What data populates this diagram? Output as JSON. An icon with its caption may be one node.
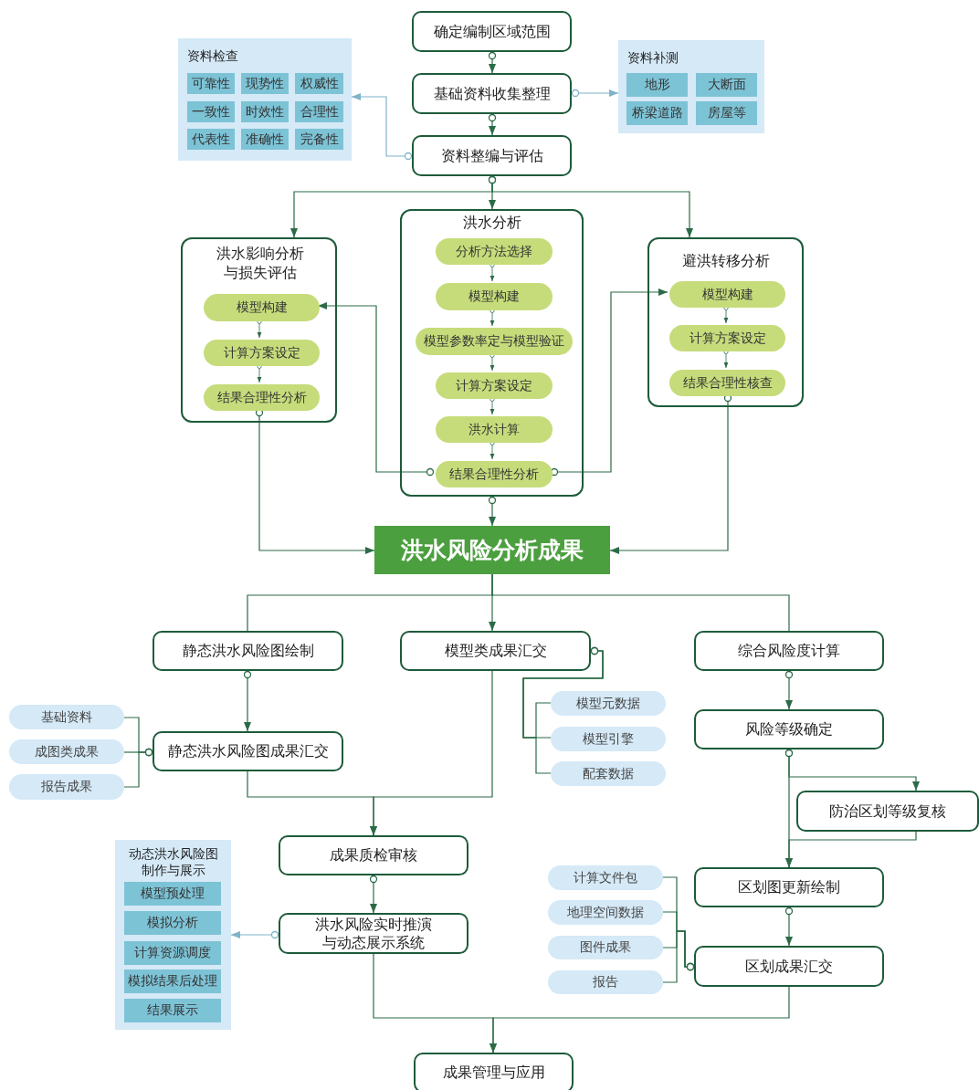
{
  "diagram": {
    "nodes": [
      {
        "text": [
          "确定编制区域范围"
        ]
      },
      {
        "text": [
          "资料检查"
        ]
      },
      {
        "text": [
          "可靠性"
        ],
        "in": 1
      },
      {
        "text": [
          "现势性"
        ],
        "in": 1
      },
      {
        "text": [
          "权威性"
        ],
        "in": 1
      },
      {
        "text": [
          "一致性"
        ],
        "in": 1
      },
      {
        "text": [
          "时效性"
        ],
        "in": 1
      },
      {
        "text": [
          "合理性"
        ],
        "in": 1
      },
      {
        "text": [
          "代表性"
        ],
        "in": 1
      },
      {
        "text": [
          "准确性"
        ],
        "in": 1
      },
      {
        "text": [
          "完备性"
        ],
        "in": 1
      },
      {
        "text": [
          "基础资料收集整理"
        ]
      },
      {
        "text": [
          "资料补测"
        ]
      },
      {
        "text": [
          "地形"
        ],
        "in": 12
      },
      {
        "text": [
          "大断面"
        ],
        "in": 12
      },
      {
        "text": [
          "桥梁道路"
        ],
        "in": 12
      },
      {
        "text": [
          "房屋等"
        ],
        "in": 12
      },
      {
        "text": [
          "资料整编与评估"
        ]
      },
      {
        "text": [
          "洪水影响分析与损失评估"
        ]
      },
      {
        "text": [
          "模型构建"
        ],
        "in": 18
      },
      {
        "text": [
          "计算方案设定"
        ],
        "in": 18
      },
      {
        "text": [
          "结果合理性分析"
        ],
        "in": 18
      },
      {
        "text": [
          "洪水分析"
        ]
      },
      {
        "text": [
          "分析方法选择"
        ],
        "in": 22
      },
      {
        "text": [
          "模型构建"
        ],
        "in": 22
      },
      {
        "text": [
          "模型参数率定与模型验证"
        ],
        "in": 22
      },
      {
        "text": [
          "计算方案设定"
        ],
        "in": 22
      },
      {
        "text": [
          "洪水计算"
        ],
        "in": 22
      },
      {
        "text": [
          "结果合理性分析"
        ],
        "in": 22
      },
      {
        "text": [
          "避洪转移分析"
        ]
      },
      {
        "text": [
          "模型构建"
        ],
        "in": 29
      },
      {
        "text": [
          "计算方案设定"
        ],
        "in": 29
      },
      {
        "text": [
          "结果合理性核查"
        ],
        "in": 29
      },
      {
        "text": [
          "洪水风险分析成果"
        ]
      },
      {
        "text": [
          "静态洪水风险图绘制"
        ]
      },
      {
        "text": [
          "模型类成果汇交"
        ]
      },
      {
        "text": [
          "综合风险度计算"
        ]
      },
      {
        "text": [
          "基础资料"
        ]
      },
      {
        "text": [
          "成图类成果"
        ]
      },
      {
        "text": [
          "报告成果"
        ]
      },
      {
        "text": [
          "静态洪水风险图成果汇交"
        ]
      },
      {
        "text": [
          "模型元数据"
        ]
      },
      {
        "text": [
          "模型引擎"
        ]
      },
      {
        "text": [
          "配套数据"
        ]
      },
      {
        "text": [
          "风险等级确定"
        ]
      },
      {
        "text": [
          "防治区划等级复核"
        ]
      },
      {
        "text": [
          "成果质检审核"
        ]
      },
      {
        "text": [
          "动态洪水风险图制作与展示"
        ]
      },
      {
        "text": [
          "模型预处理"
        ],
        "in": 47
      },
      {
        "text": [
          "模拟分析"
        ],
        "in": 47
      },
      {
        "text": [
          "计算资源调度"
        ],
        "in": 47
      },
      {
        "text": [
          "模拟结果后处理"
        ],
        "in": 47
      },
      {
        "text": [
          "结果展示"
        ],
        "in": 47
      },
      {
        "text": [
          "洪水风险实时推演与动态展示系统"
        ]
      },
      {
        "text": [
          "计算文件包"
        ]
      },
      {
        "text": [
          "地理空间数据"
        ]
      },
      {
        "text": [
          "图件成果"
        ]
      },
      {
        "text": [
          "报告"
        ]
      },
      {
        "text": [
          "区划图更新绘制"
        ]
      },
      {
        "text": [
          "区划成果汇交"
        ]
      },
      {
        "text": [
          "成果管理与应用"
        ]
      }
    ],
    "edges": [
      {
        "from": 0,
        "to": 11,
        "arrow": "to"
      },
      {
        "from": 11,
        "to": 17,
        "arrow": "to"
      },
      {
        "from": 11,
        "to": 12,
        "arrow": "to",
        "color": "#7fb3c9"
      },
      {
        "from": 17,
        "to": 1,
        "arrow": "to",
        "color": "#7fb3c9"
      },
      {
        "from": 17,
        "to": 18,
        "arrow": "to"
      },
      {
        "from": 17,
        "to": 22,
        "arrow": "to"
      },
      {
        "from": 17,
        "to": 29,
        "arrow": "to"
      },
      {
        "from": 19,
        "to": 20,
        "arrow": "to"
      },
      {
        "from": 20,
        "to": 21,
        "arrow": "to"
      },
      {
        "from": 23,
        "to": 24,
        "arrow": "to"
      },
      {
        "from": 24,
        "to": 25,
        "arrow": "to"
      },
      {
        "from": 25,
        "to": 26,
        "arrow": "to"
      },
      {
        "from": 26,
        "to": 27,
        "arrow": "to"
      },
      {
        "from": 27,
        "to": 28,
        "arrow": "to"
      },
      {
        "from": 30,
        "to": 31,
        "arrow": "to"
      },
      {
        "from": 31,
        "to": 32,
        "arrow": "to"
      },
      {
        "from": 28,
        "to": 19,
        "arrow": "to"
      },
      {
        "from": 28,
        "to": 30,
        "arrow": "to"
      },
      {
        "from": 21,
        "to": 33,
        "arrow": "to"
      },
      {
        "from": 22,
        "to": 33,
        "arrow": "to"
      },
      {
        "from": 32,
        "to": 33,
        "arrow": "to"
      },
      {
        "from": 33,
        "to": 34,
        "arrow": "none"
      },
      {
        "from": 33,
        "to": 35,
        "arrow": "to"
      },
      {
        "from": 33,
        "to": 36,
        "arrow": "none"
      },
      {
        "from": 34,
        "to": 40,
        "arrow": "to"
      },
      {
        "from": 40,
        "to": 37,
        "arrow": "other"
      },
      {
        "from": 40,
        "to": 38,
        "arrow": "other"
      },
      {
        "from": 40,
        "to": 39,
        "arrow": "other"
      },
      {
        "from": 35,
        "to": 41,
        "arrow": "other"
      },
      {
        "from": 35,
        "to": 42,
        "arrow": "other"
      },
      {
        "from": 35,
        "to": 43,
        "arrow": "other"
      },
      {
        "from": 40,
        "to": 46,
        "arrow": "to"
      },
      {
        "from": 35,
        "to": 46,
        "arrow": "to"
      },
      {
        "from": 36,
        "to": 44,
        "arrow": "to"
      },
      {
        "from": 44,
        "to": 45,
        "arrow": "to"
      },
      {
        "from": 44,
        "to": 58,
        "arrow": "to"
      },
      {
        "from": 45,
        "to": 58,
        "arrow": "to"
      },
      {
        "from": 58,
        "to": 59,
        "arrow": "to"
      },
      {
        "from": 59,
        "to": 54,
        "arrow": "other"
      },
      {
        "from": 59,
        "to": 55,
        "arrow": "other"
      },
      {
        "from": 59,
        "to": 56,
        "arrow": "other"
      },
      {
        "from": 59,
        "to": 57,
        "arrow": "other"
      },
      {
        "from": 46,
        "to": 53,
        "arrow": "to"
      },
      {
        "from": 53,
        "to": 47,
        "arrow": "to",
        "color": "#7fb3c9"
      },
      {
        "from": 53,
        "to": 60,
        "arrow": "to"
      },
      {
        "from": 59,
        "to": 60,
        "arrow": "to"
      }
    ]
  }
}
